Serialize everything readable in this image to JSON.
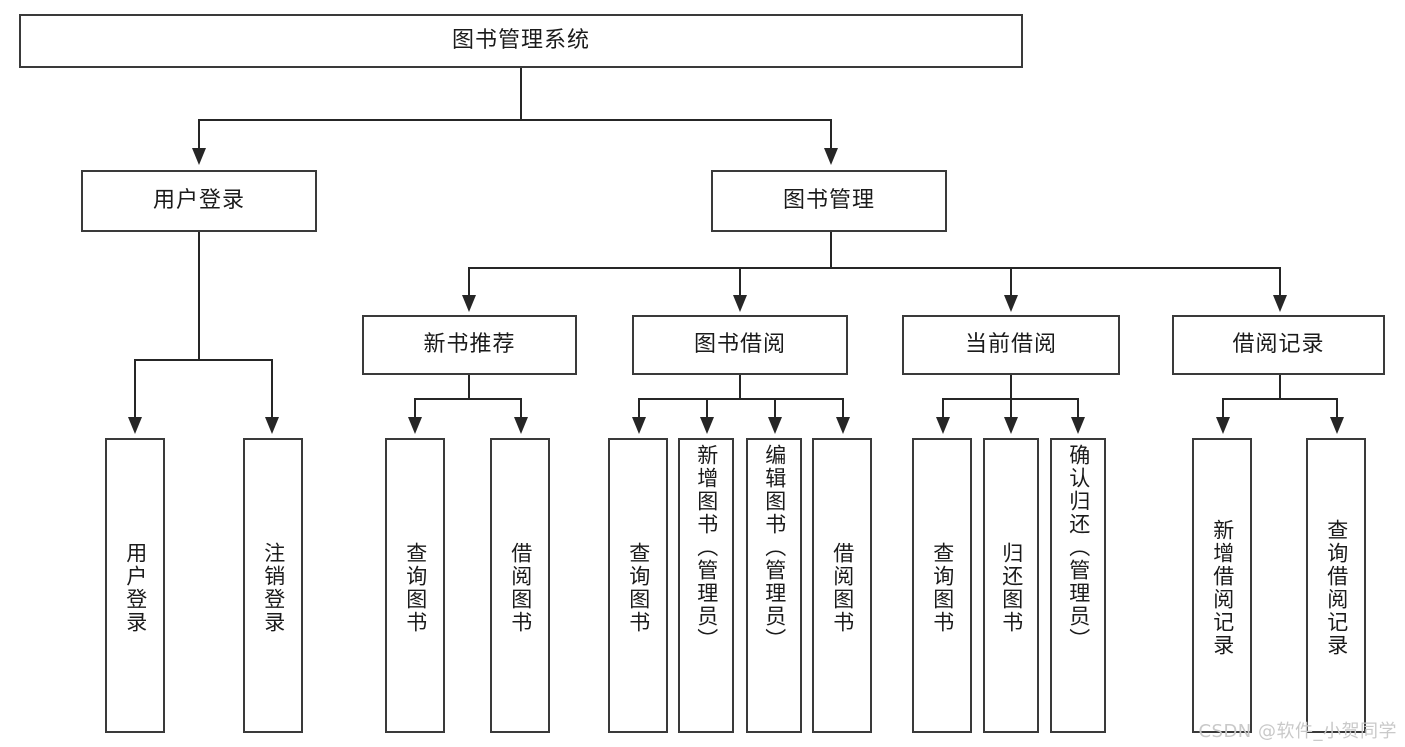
{
  "diagram": {
    "type": "tree-hierarchy",
    "root": {
      "label": "图书管理系统"
    },
    "level2": [
      {
        "label": "用户登录"
      },
      {
        "label": "图书管理"
      }
    ],
    "level3": [
      {
        "label": "新书推荐"
      },
      {
        "label": "图书借阅"
      },
      {
        "label": "当前借阅"
      },
      {
        "label": "借阅记录"
      }
    ],
    "leaves": {
      "user_login": [
        {
          "label": "用户登录"
        },
        {
          "label": "注销登录"
        }
      ],
      "new_book_recommend": [
        {
          "label": "查询图书"
        },
        {
          "label": "借阅图书"
        }
      ],
      "book_borrow": [
        {
          "label": "查询图书"
        },
        {
          "label": "新增图书（管理员）"
        },
        {
          "label": "编辑图书（管理员）"
        },
        {
          "label": "借阅图书"
        }
      ],
      "current_borrow": [
        {
          "label": "查询图书"
        },
        {
          "label": "归还图书"
        },
        {
          "label": "确认归还（管理员）"
        }
      ],
      "borrow_record": [
        {
          "label": "新增借阅记录"
        },
        {
          "label": "查询借阅记录"
        }
      ]
    }
  },
  "watermark": {
    "text": "CSDN @软件_小贺同学"
  },
  "colors": {
    "box_border": "#3a3a3a",
    "connector": "#262626",
    "background": "#ffffff",
    "text": "#1b1b1b",
    "watermark": "#c9c9c9"
  }
}
